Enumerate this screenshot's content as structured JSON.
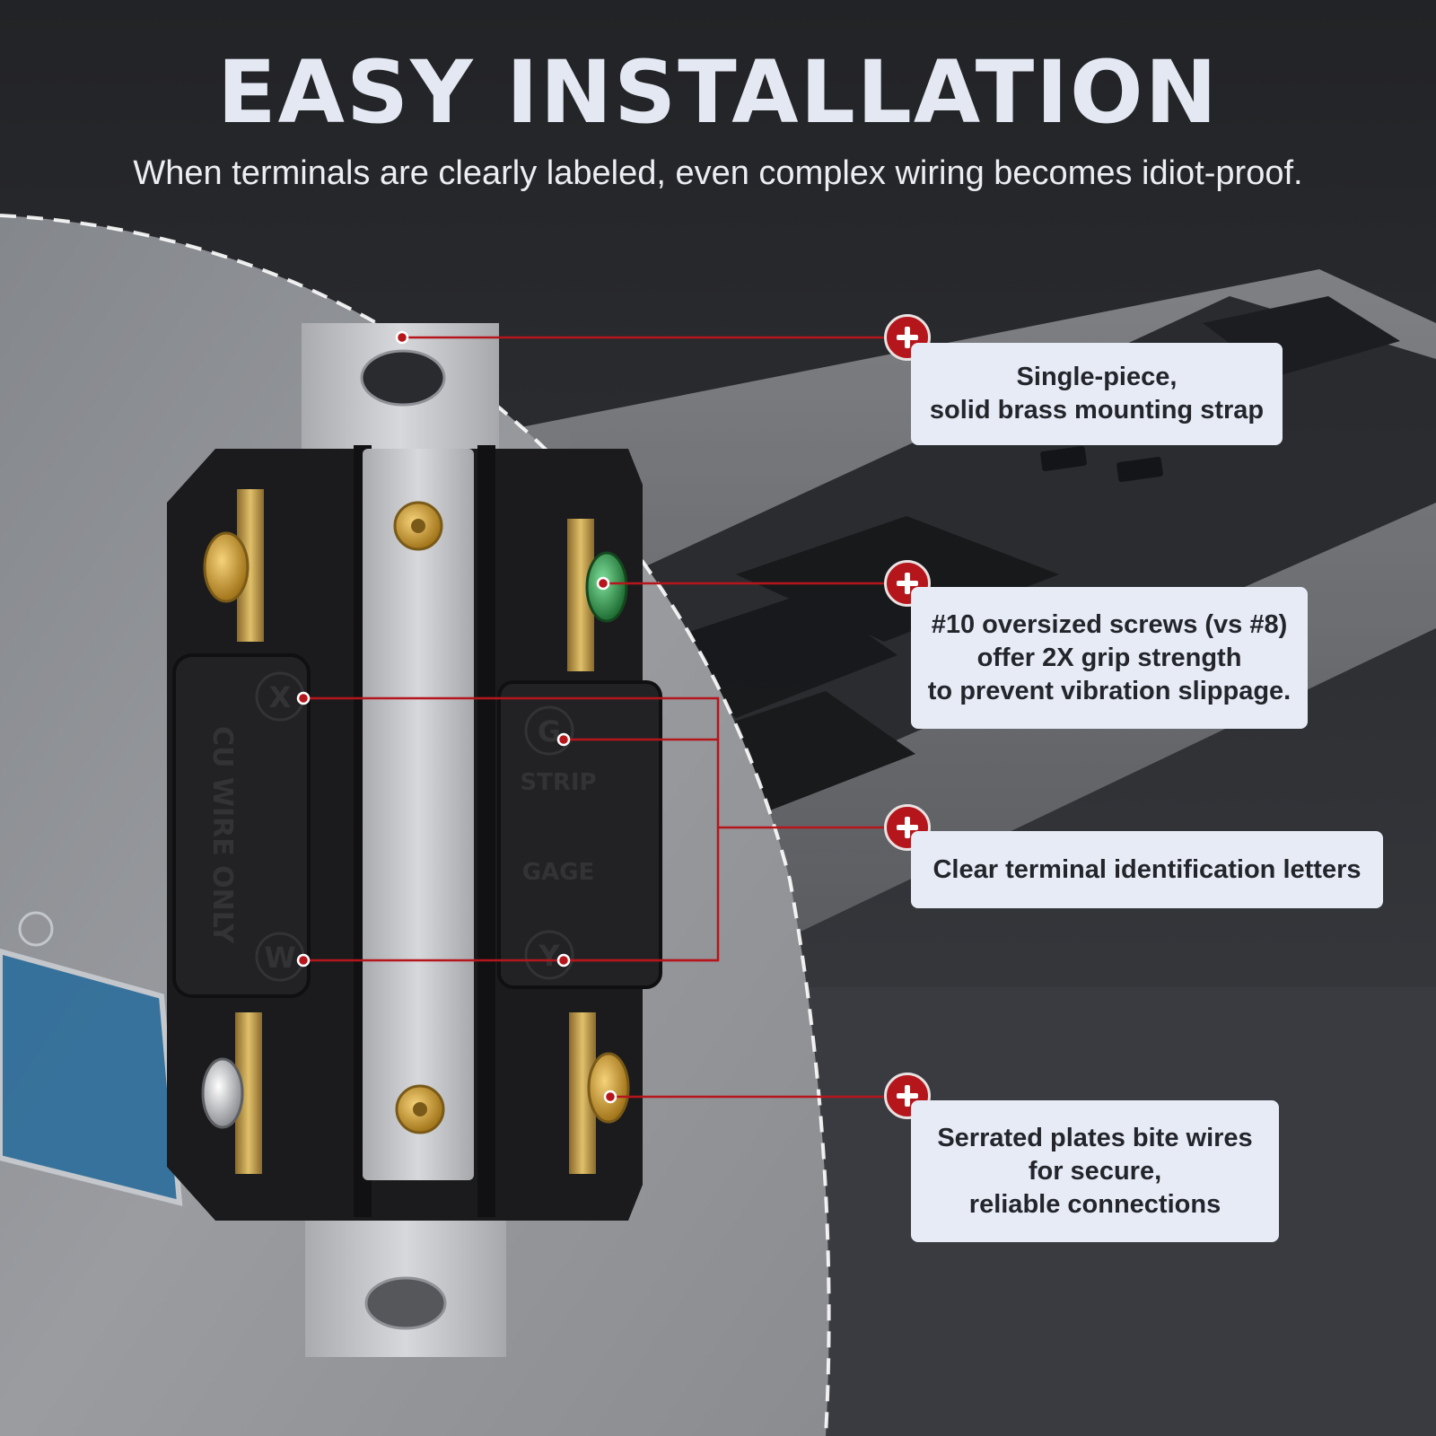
{
  "headline": {
    "title": "EASY INSTALLATION",
    "subtitle": "When terminals are clearly labeled, even complex wiring becomes idiot-proof."
  },
  "callouts": [
    {
      "text": "Single-piece,\nsolid brass mounting strap"
    },
    {
      "text": "#10 oversized screws (vs #8)\noffer 2X grip strength\nto prevent vibration slippage."
    },
    {
      "text": "Clear terminal identification letters"
    },
    {
      "text": "Serrated plates bite wires\nfor secure,\nreliable connections"
    }
  ],
  "device": {
    "side_text": "CU WIRE ONLY",
    "terminal_letters": [
      "X",
      "G",
      "W",
      "Y"
    ],
    "strip_text": "STRIP",
    "gage_text": "GAGE"
  },
  "colors": {
    "accent_red": "#b5161c",
    "callout_bg": "#e7ebf6",
    "title_color": "#e4e8f2",
    "housing_black": "#1a1a1c",
    "brass": "#c9a24a",
    "ground_green": "#2f9a4a"
  },
  "icons": [
    "plus-icon"
  ]
}
